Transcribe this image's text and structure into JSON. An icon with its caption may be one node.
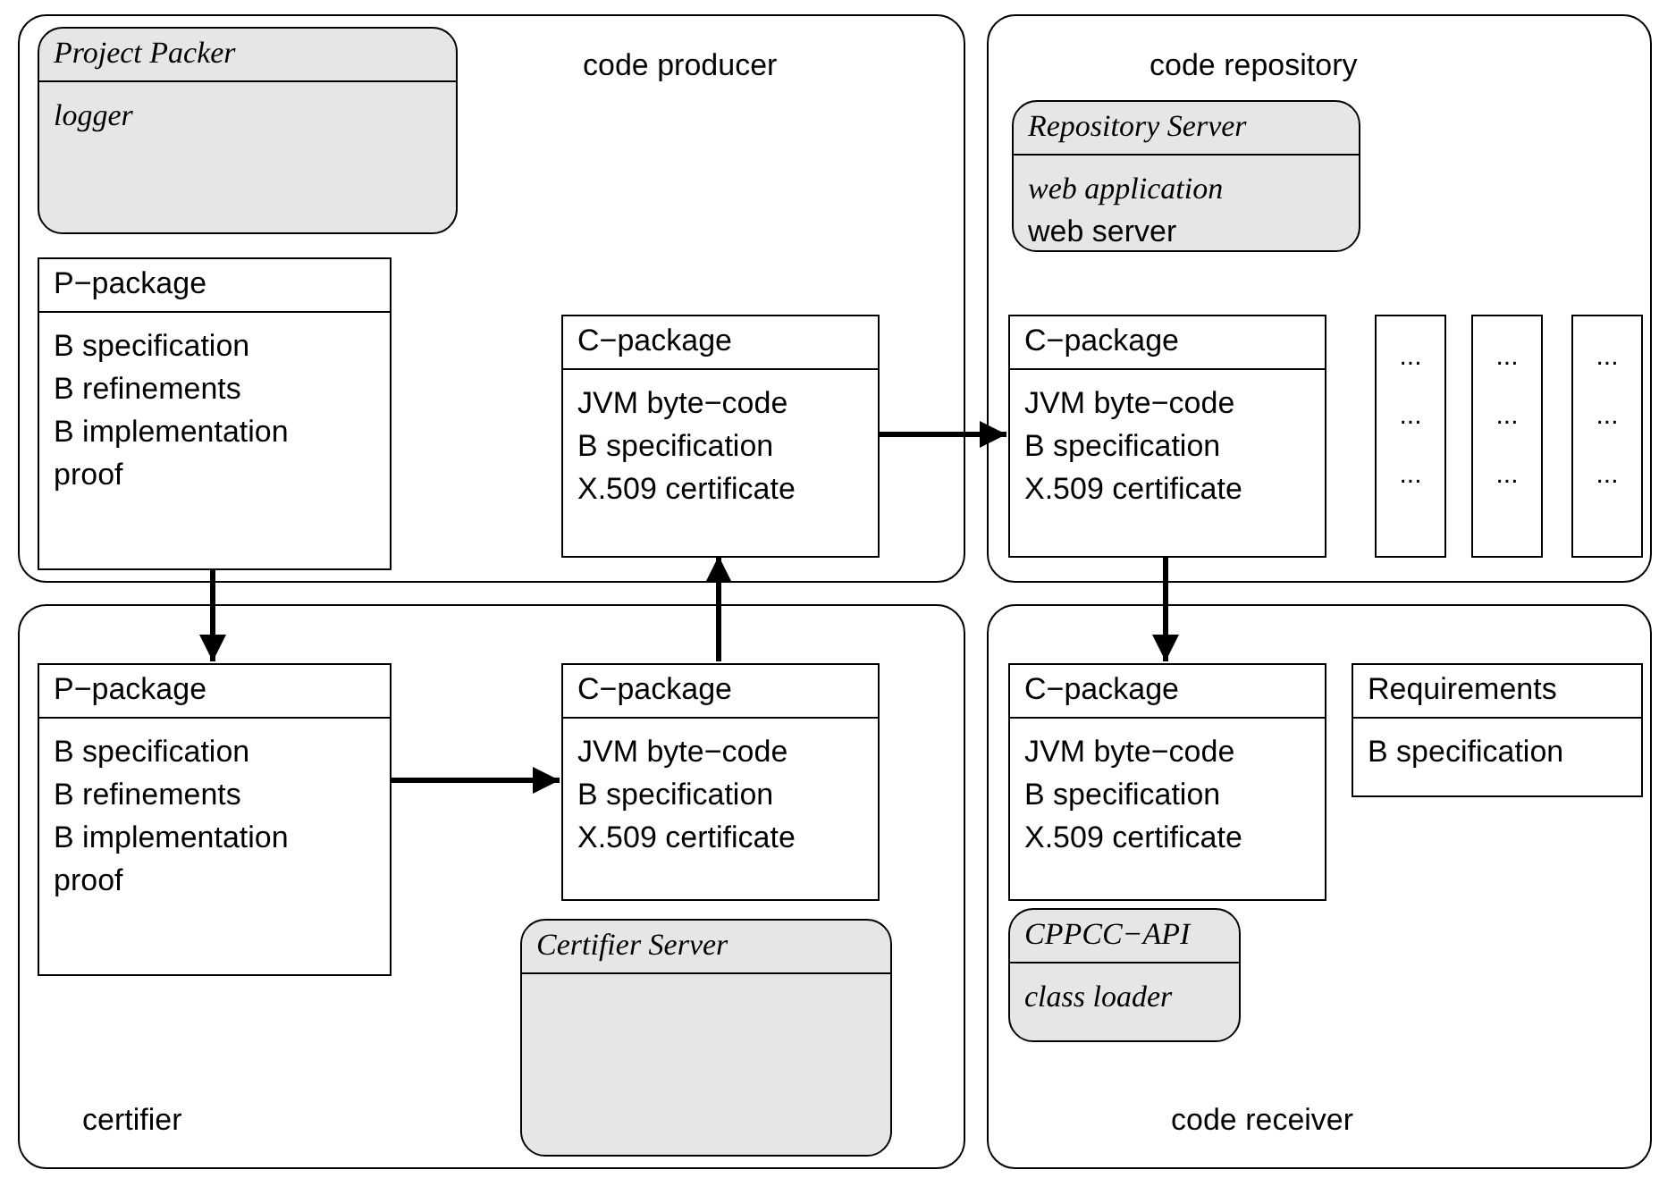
{
  "diagram": {
    "nodes": [
      {
        "text": [
          "code producer"
        ]
      },
      {
        "text": [
          "Project Packer",
          "logger"
        ],
        "in": 0
      },
      {
        "text": [
          "P−package",
          "B specification",
          "B refinements",
          "B implementation",
          "proof"
        ],
        "in": 0
      },
      {
        "text": [
          "C−package",
          "JVM byte−code",
          "B specification",
          "X.509 certificate"
        ],
        "in": 0
      },
      {
        "text": [
          "code repository"
        ]
      },
      {
        "text": [
          "Repository Server",
          "web application",
          "web server"
        ],
        "in": 4
      },
      {
        "text": [
          "C−package",
          "JVM byte−code",
          "B specification",
          "X.509 certificate"
        ],
        "in": 4
      },
      {
        "text": [
          "...",
          "...",
          "..."
        ],
        "in": 4
      },
      {
        "text": [
          "...",
          "...",
          "..."
        ],
        "in": 4
      },
      {
        "text": [
          "...",
          "...",
          "..."
        ],
        "in": 4
      },
      {
        "text": [
          "certifier"
        ]
      },
      {
        "text": [
          "P−package",
          "B specification",
          "B refinements",
          "B implementation",
          "proof"
        ],
        "in": 10
      },
      {
        "text": [
          "C−package",
          "JVM byte−code",
          "B specification",
          "X.509 certificate"
        ],
        "in": 10
      },
      {
        "text": [
          "Certifier Server"
        ],
        "in": 10
      },
      {
        "text": [
          "code receiver"
        ]
      },
      {
        "text": [
          "C−package",
          "JVM byte−code",
          "B specification",
          "X.509 certificate"
        ],
        "in": 14
      },
      {
        "text": [
          "Requirements",
          "B specification"
        ],
        "in": 14
      },
      {
        "text": [
          "CPPCC−API",
          "class loader"
        ],
        "in": 14
      }
    ],
    "edges": [
      {
        "from": 2,
        "to": 11,
        "arrow": "to"
      },
      {
        "from": 11,
        "to": 12,
        "arrow": "to"
      },
      {
        "from": 12,
        "to": 3,
        "arrow": "to"
      },
      {
        "from": 3,
        "to": 6,
        "arrow": "to"
      },
      {
        "from": 6,
        "to": 15,
        "arrow": "to"
      }
    ]
  }
}
